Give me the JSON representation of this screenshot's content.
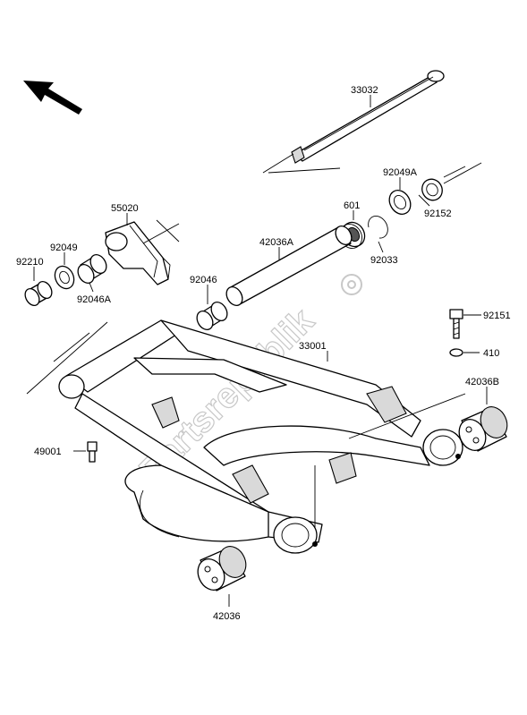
{
  "diagram": {
    "watermark": "Partsrepublik",
    "labels": {
      "p33032": "33032",
      "p92049A": "92049A",
      "p55020": "55020",
      "p601": "601",
      "p92152": "92152",
      "p42036A": "42036A",
      "p92049": "92049",
      "p92210": "92210",
      "p92033": "92033",
      "p92046A": "92046A",
      "p92046": "92046",
      "p92151": "92151",
      "p410": "410",
      "p33001": "33001",
      "p42036B": "42036B",
      "p49001": "49001",
      "p42036": "42036"
    }
  }
}
